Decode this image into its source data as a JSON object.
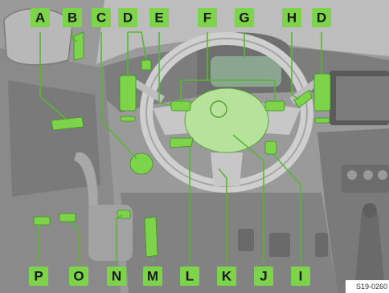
{
  "figure_code": "S19-0260",
  "callouts": [
    "A",
    "B",
    "C",
    "D",
    "E",
    "F",
    "G",
    "H",
    "D",
    "P",
    "O",
    "N",
    "M",
    "L",
    "K",
    "J",
    "I"
  ],
  "colors": {
    "highlight": "#7dd34a",
    "label_box": "#7dd34a",
    "interior": "#8c8c8c"
  }
}
